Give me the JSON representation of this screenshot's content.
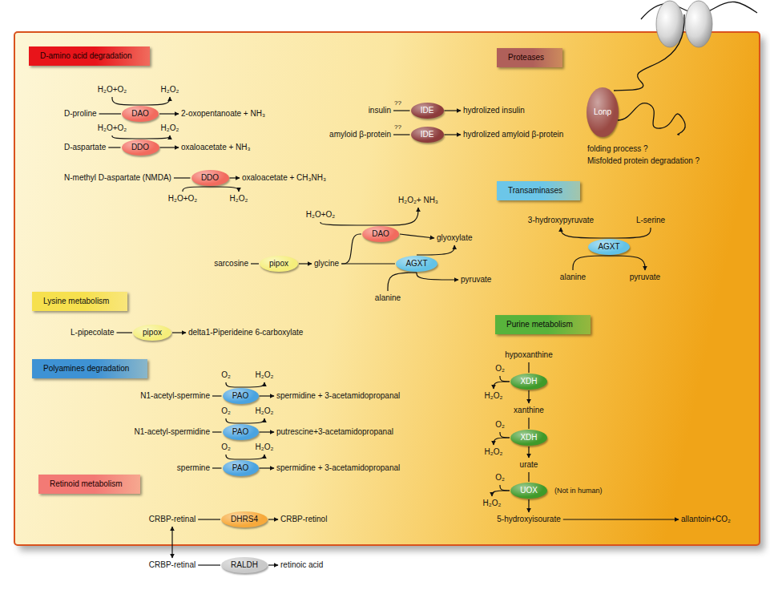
{
  "diagram": {
    "nodes": [
      {
        "text": [
          "D-amino acid degradation"
        ]
      },
      {
        "text": [
          "DAO"
        ]
      },
      {
        "text": [
          "DDO"
        ]
      },
      {
        "text": [
          "DDO"
        ]
      },
      {
        "text": [
          "Proteases"
        ]
      },
      {
        "text": [
          "IDE"
        ]
      },
      {
        "text": [
          "IDE"
        ]
      },
      {
        "text": [
          "Lonp"
        ]
      },
      {
        "text": [
          "DAO"
        ]
      },
      {
        "text": [
          "pipox"
        ]
      },
      {
        "text": [
          "AGXT"
        ]
      },
      {
        "text": [
          "Transaminases"
        ]
      },
      {
        "text": [
          "AGXT"
        ]
      },
      {
        "text": [
          "Lysine metabolism"
        ]
      },
      {
        "text": [
          "pipox"
        ]
      },
      {
        "text": [
          "Polyamines degradation"
        ]
      },
      {
        "text": [
          "PAO"
        ]
      },
      {
        "text": [
          "PAO"
        ]
      },
      {
        "text": [
          "PAO"
        ]
      },
      {
        "text": [
          "Purine metabolism"
        ]
      },
      {
        "text": [
          "XDH"
        ]
      },
      {
        "text": [
          "XDH"
        ]
      },
      {
        "text": [
          "UOX"
        ]
      },
      {
        "text": [
          "Retinoid metabolism"
        ]
      },
      {
        "text": [
          "DHRS4"
        ]
      },
      {
        "text": [
          "RALDH"
        ]
      }
    ],
    "labels": [
      "H₂O+O₂",
      "H₂O₂",
      "D-proline",
      "2-oxopentanoate + NH₃",
      "H₂O+O₂",
      "H₂O₂",
      "D-aspartate",
      "oxaloacetate + NH₃",
      "N-methyl D-aspartate (NMDA)",
      "oxaloacetate + CH₃NH₃",
      "H₂O+O₂",
      "H₂O₂",
      "insulin",
      "??",
      "hydrolized insulin",
      "amyloid β-protein",
      "??",
      "hydrolized amyloid β-protein",
      "folding process ?",
      "Misfolded protein degradation ?",
      "H₂O+O₂",
      "H₂O₂+ NH₃",
      "glyoxylate",
      "sarcosine",
      "glycine",
      "alanine",
      "pyruvate",
      "3-hydroxypyruvate",
      "L-serine",
      "alanine",
      "pyruvate",
      "L-pipecolate",
      "delta1-Piperideine 6-carboxylate",
      "O₂",
      "H₂O₂",
      "N1-acetyl-spermine",
      "spermidine + 3-acetamidopropanal",
      "O₂",
      "H₂O₂",
      "N1-acetyl-spermidine",
      "putrescine+3-acetamidopropanal",
      "O₂",
      "H₂O₂",
      "spermine",
      "spermidine + 3-acetamidopropanal",
      "hypoxanthine",
      "O₂",
      "H₂O₂",
      "xanthine",
      "O₂",
      "H₂O₂",
      "urate",
      "O₂",
      "H₂O₂",
      "(Not in human)",
      "5-hydroxyisourate",
      "allantoin+CO₂",
      "CRBP-retinal",
      "CRBP-retinol",
      "CRBP-retinal",
      "retinoic acid"
    ]
  }
}
